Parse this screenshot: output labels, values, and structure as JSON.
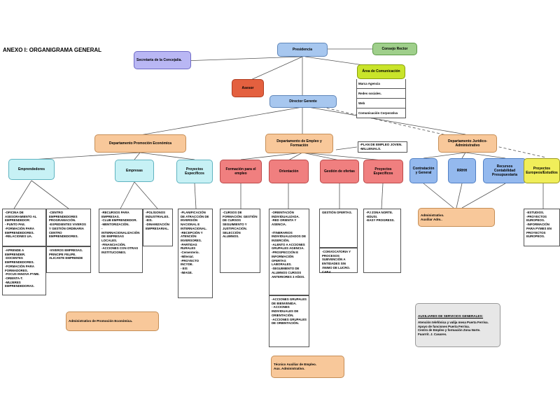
{
  "title": "ANEXO I: ORGANIGRAMA GENERAL",
  "top": {
    "presidencia": "Presidencia",
    "consejo_rector": "Consejo Rector",
    "secretaria": "Secretaría de la Concejalía.",
    "area_comunicacion": "Área de Comunicación",
    "comunicacion_items": [
      "Marca Agencia",
      "Redes sociales.",
      "Web",
      "Comunicación Corporativa"
    ],
    "asesor": "Asesor",
    "director_gerente": "Director Gerente"
  },
  "departments": {
    "promocion": "Departamento Promoción Económica",
    "empleo": "Departamento de Empleo y Formación",
    "empleo_side": "-PLAN DE EMPLEO JOVEN.\n-MILLENIALS.",
    "juridico": "Departamento Jurídico- Administrativo"
  },
  "units": {
    "emprendedores": "Emprendedores",
    "empresas": "Empresas",
    "proyectos_especificos_pe": "Proyectos Específicos",
    "formacion_empleo": "Formación para el empleo",
    "orientacion": "Orientación",
    "gestion_ofertas": "Gestión de ofertas",
    "proyectos_especificos_ef": "Proyectos Específicos",
    "contratacion": "Contratación y General",
    "rrhh": "RRHH",
    "contabilidad": "Recursos Contabilidad Presupuestaria",
    "proyectos_europeos": "Proyectos Europeos/Estudios"
  },
  "lists": {
    "emp_a": "-OFICINA DE ASESORAMIENTO AL EMPRENDEDOR:\n- PUNTO PAE.\n-FORMACIÓN PARA EMPRENDEDORES.\n-RELACIONES UA.",
    "emp_b": "-CENTRO EMPRENDEDORES PROGRAMACIÓN.\n-EXPEDIENTES VIVEROS Y GESTIÓN ORDINARIA CENTRO EMPRENDEDORES.",
    "emp_c": "-APRENDE A EMPRENDER.\n-DOCENTES EMPRENDEDORES.\n-FORMACIÓN PARA FORMADORES.\n-FOCUS INNOVA PYME.\n-ORIENTA-T.\n-MUJERES EMPRENDEDORAS.",
    "emp_d": "-VIVEROS EMPRESAS. PRINCIPE FELIPE. ALICANTE EMPRENDE",
    "empresas_a": "-RECURSOS PARA EMPRESAS.\n-CLUB EMPRENDEDOR.\n-MENTORIZACIÓN.\n-INTERNACIONALIZACIÓN DE EMPRESAS LOCALES.\n-FINANCIACIÓN.\n-ACCIONES CON OTRAS INSTITUCIONES.",
    "empresas_b": "-POLÍGONOS INDUSTRIALES.\n-EIS.\n-DINAMIZACIÓN EMPRESARIAL.",
    "proy_pe": "-PLANIFICACIÓN DE ATRACCIÓN DE INVERSIÓN NACIONAL E INTERNACIONAL.\n-RECEPCIÓN Y ATENCIÓN INVERSORES.\n-PARTIDAS RURALES\n-Cementerio.\n-Milenial.\n-PROYECTO INCYDE.\n           - EIS\n          -IMAGE.",
    "formacion": "-CURSOS DE FORMACIÓN: GESTIÓN DE CURSOS SEGUIMIENTO Y JUSTIFICACIÓN. SELECCIÓN ALUMNOS.",
    "orientacion": "-ORIENTACIÓN INDIVIDUALIZADA.\n-RED ORIENTA Y ASENCIA.\n\n-ITINERARIOS INDIVIDUALIZADOS DE INSERCIÓN.\n-ALENTO A ACCIONES GRUPALES AGENCIA.\n-PROSPECCIÓN E INFORMACIÓN OFERTAS LABORALES.\n-SEGUIMIENTO DE ALUMNOS CURSOS ANTERIORES 3 AÑOS.",
    "orientacion_b": "-ACCIONES GRUPALES DE BIENVENIDA.\n- ACCIONES INDIVIDUALES DE ORIENTACIÓN.\n -ACCIONES GRUPALES DE ORIENTACIÓN.",
    "gestion_a": "GESTIÓN OFERTAS.",
    "gestion_b": "-CONVOCATORIA Y PROCESOS SUBVENCIÓN A ENTIDADES SIN ÁNIMO DE LUCRO. CAP.4",
    "proy_ef": "-PJ ZONA NORTE.\n-EDUSI.\n-EASY PROGRESS.",
    "juridico_box": "Administrativo.\nAuxiliar Adm..",
    "europeos": "-ESTUDIOS.\n-PROYECTOS EUROPEOS.\n-INFORMACIÓN PARA PYMES EN PROYECTOS EUROPEOS."
  },
  "footer": {
    "admin_promocion": "Administrativo de Promoción Económica.",
    "tecnico": "Técnico Auxiliar de Empleo.\nAux. Administrativo.",
    "aux_title": "AUXILIARES DE SERVICIOS GENERALES:",
    "aux_text": "Atención telefónica y valija mesa Puerta Ferrisa.\nApoyo de funciones Puerta Ferrisa.\nCentro de Empleo y formación Zona Norte.\nFuarrrit. J. Casares."
  }
}
